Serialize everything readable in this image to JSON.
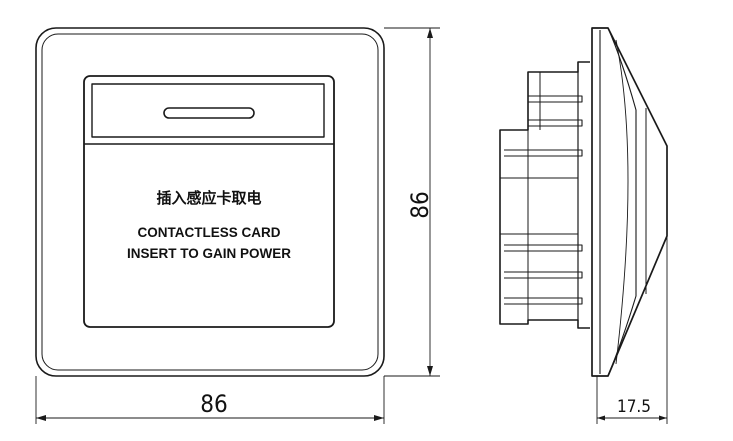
{
  "front_view": {
    "cn_label": "插入感应卡取电",
    "en_line1": "CONTACTLESS CARD",
    "en_line2": "INSERT TO GAIN POWER"
  },
  "dimensions": {
    "width": "86",
    "height": "86",
    "depth": "17.5"
  }
}
